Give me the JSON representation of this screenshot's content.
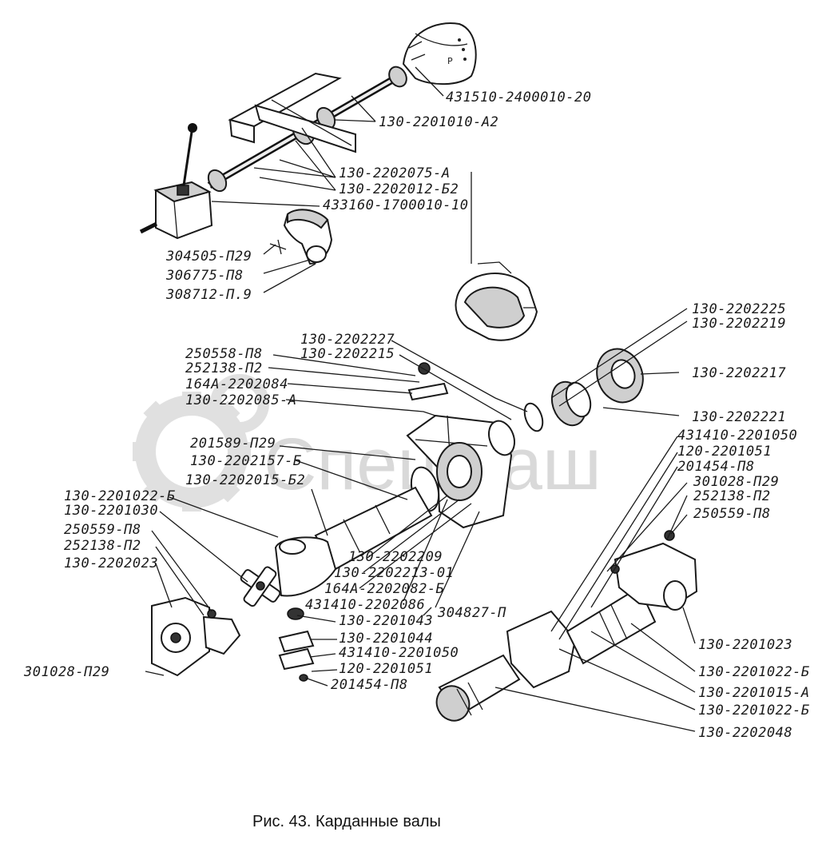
{
  "watermark": "СпецМаш",
  "caption": "Рис. 43. Карданные валы",
  "callouts": [
    {
      "id": "c01",
      "text": "431510-2400010-20"
    },
    {
      "id": "c02",
      "text": "130-2201010-А2"
    },
    {
      "id": "c03",
      "text": "130-2202075-А"
    },
    {
      "id": "c04",
      "text": "130-2202012-Б2"
    },
    {
      "id": "c05",
      "text": "433160-1700010-10"
    },
    {
      "id": "c06",
      "text": "304505-П29"
    },
    {
      "id": "c07",
      "text": "306775-П8"
    },
    {
      "id": "c08",
      "text": "308712-П.9"
    },
    {
      "id": "c09",
      "text": "130-2202225"
    },
    {
      "id": "c10",
      "text": "130-2202219"
    },
    {
      "id": "c11",
      "text": "130-2202227"
    },
    {
      "id": "c12",
      "text": "130-2202215"
    },
    {
      "id": "c13",
      "text": "250558-П8"
    },
    {
      "id": "c14",
      "text": "252138-П2"
    },
    {
      "id": "c15",
      "text": "164А-2202084"
    },
    {
      "id": "c16",
      "text": "130-2202085-А"
    },
    {
      "id": "c17",
      "text": "130-2202217"
    },
    {
      "id": "c18",
      "text": "130-2202221"
    },
    {
      "id": "c19",
      "text": "431410-2201050"
    },
    {
      "id": "c20",
      "text": "201589-П29"
    },
    {
      "id": "c21",
      "text": "120-2201051"
    },
    {
      "id": "c22",
      "text": "130-2202157-Б"
    },
    {
      "id": "c23",
      "text": "201454-П8"
    },
    {
      "id": "c24",
      "text": "301028-П29"
    },
    {
      "id": "c25",
      "text": "130-2202015-Б2"
    },
    {
      "id": "c26",
      "text": "252138-П2"
    },
    {
      "id": "c27",
      "text": "250559-П8"
    },
    {
      "id": "c28",
      "text": "130-2201022-Б"
    },
    {
      "id": "c29",
      "text": "130-2201030"
    },
    {
      "id": "c30",
      "text": "250559-П8"
    },
    {
      "id": "c31",
      "text": "252138-П2"
    },
    {
      "id": "c32",
      "text": "130-2202023"
    },
    {
      "id": "c33",
      "text": "130-2202209"
    },
    {
      "id": "c34",
      "text": "130-2202213-01"
    },
    {
      "id": "c35",
      "text": "164А-2202082-Б"
    },
    {
      "id": "c36",
      "text": "431410-2202086"
    },
    {
      "id": "c37",
      "text": "304827-П"
    },
    {
      "id": "c38",
      "text": "130-2201043"
    },
    {
      "id": "c39",
      "text": "130-2201044"
    },
    {
      "id": "c40",
      "text": "431410-2201050"
    },
    {
      "id": "c41",
      "text": "120-2201051"
    },
    {
      "id": "c42",
      "text": "201454-П8"
    },
    {
      "id": "c43",
      "text": "301028-П29"
    },
    {
      "id": "c44",
      "text": "130-2201023"
    },
    {
      "id": "c45",
      "text": "130-2201022-Б"
    },
    {
      "id": "c46",
      "text": "130-2201015-А"
    },
    {
      "id": "c47",
      "text": "130-2201022-Б"
    },
    {
      "id": "c48",
      "text": "130-2202048"
    }
  ]
}
